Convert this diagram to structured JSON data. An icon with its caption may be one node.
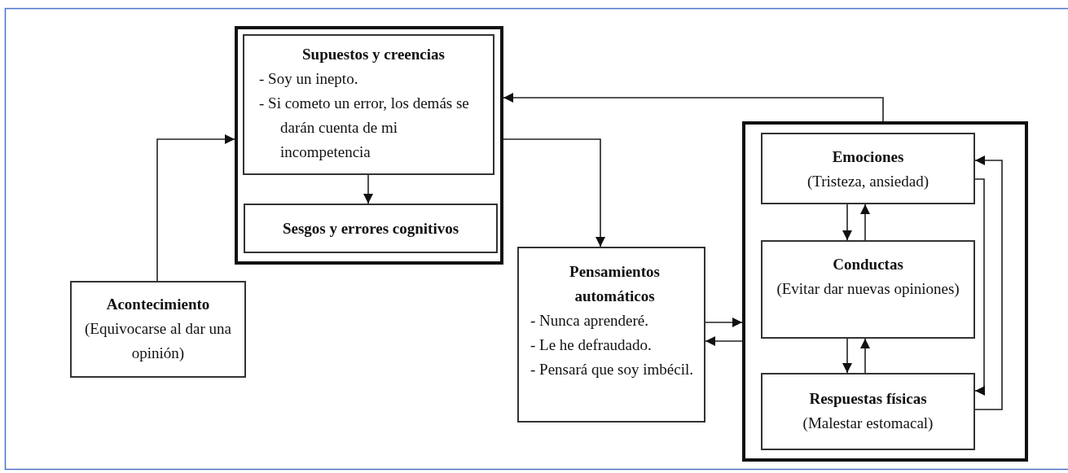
{
  "diagram": {
    "nodes": [
      {
        "text": [],
        "shape": "box"
      },
      {
        "text": [
          "Supuestos y creencias",
          "- Soy un inepto.",
          "- Si cometo un error, los demás se darán cuenta de mi incompetencia"
        ],
        "in": 0
      },
      {
        "text": [
          "Sesgos y errores cognitivos"
        ],
        "in": 0
      },
      {
        "text": [
          "Acontecimiento",
          "(Equivocarse al dar una opinión)"
        ]
      },
      {
        "text": [
          "Pensamientos automáticos",
          "- Nunca aprenderé.",
          "- Le he defraudado.",
          "- Pensará que soy imbécil."
        ]
      },
      {
        "text": [],
        "shape": "box"
      },
      {
        "text": [
          "Emociones",
          "(Tristeza, ansiedad)"
        ],
        "in": 5
      },
      {
        "text": [
          "Conductas",
          "(Evitar dar nuevas opiniones)"
        ],
        "in": 5
      },
      {
        "text": [
          "Respuestas físicas",
          "(Malestar estomacal)"
        ],
        "in": 5
      }
    ],
    "edges": [
      {
        "from": 3,
        "to": 0,
        "arrow": "to"
      },
      {
        "from": 1,
        "to": 2,
        "arrow": "to"
      },
      {
        "from": 5,
        "to": 0,
        "arrow": "to"
      },
      {
        "from": 0,
        "to": 4,
        "arrow": "to"
      },
      {
        "from": 4,
        "to": 5,
        "arrow": "to"
      },
      {
        "from": 5,
        "to": 4,
        "arrow": "to"
      },
      {
        "from": 6,
        "to": 7,
        "arrow": "to"
      },
      {
        "from": 7,
        "to": 6,
        "arrow": "to"
      },
      {
        "from": 7,
        "to": 8,
        "arrow": "to"
      },
      {
        "from": 8,
        "to": 7,
        "arrow": "to"
      },
      {
        "from": 6,
        "to": 8,
        "arrow": "to"
      },
      {
        "from": 8,
        "to": 6,
        "arrow": "to"
      }
    ]
  }
}
